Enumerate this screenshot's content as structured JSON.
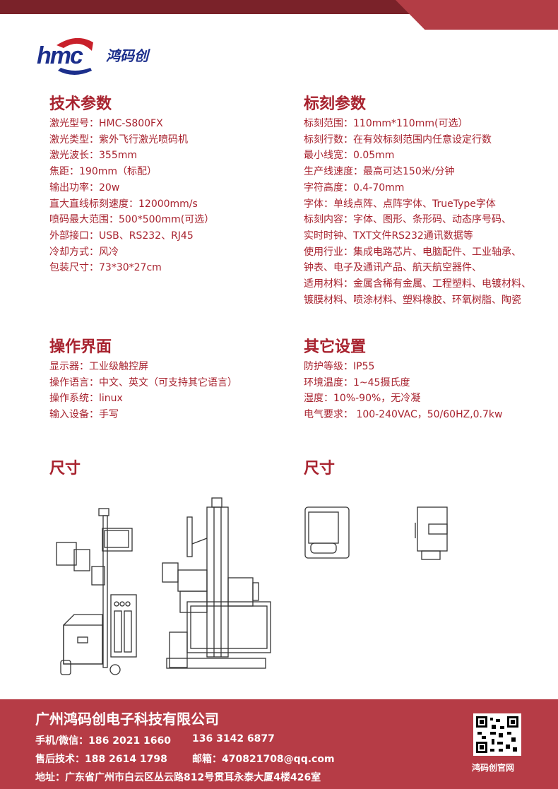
{
  "brand": {
    "logo_text": "hmc",
    "logo_cn": "鸿码创"
  },
  "tech": {
    "title": "技术参数",
    "lines": [
      "激光型号：HMC-S800FX",
      "激光类型：紫外飞行激光喷码机",
      "激光波长：355mm",
      "焦距：190mm（标配）",
      "输出功率：20w",
      "直大直线标刻速度：12000mm/s",
      "喷码最大范围：500*500mm(可选）",
      "外部接口：USB、RS232、RJ45",
      "冷却方式：风冷",
      "包装尺寸：73*30*27cm"
    ]
  },
  "mark": {
    "title": "标刻参数",
    "lines": [
      "标刻范围：110mm*110mm(可选）",
      "标刻行数：在有效标刻范围内任意设定行数",
      "最小线宽：0.05mm",
      "生产线速度：最高可达150米/分钟",
      "字符高度：0.4-70mm",
      "字体：单线点阵、点阵字体、TrueType字体",
      "标刻内容：字体、图形、条形码、动态序号码、",
      "实时时钟、TXT文件RS232通讯数据等",
      "使用行业：集成电路芯片、电脑配件、工业轴承、",
      "钟表、电子及通讯产品、航天航空器件、",
      "适用材料：金属含稀有金属、工程塑料、电镀材料、",
      "镀膜材料、喷涂材料、塑料橡胶、环氧树脂、陶瓷"
    ]
  },
  "ui": {
    "title": "操作界面",
    "lines": [
      "显示器：工业级触控屏",
      "操作语言：中文、英文（可支持其它语言）",
      "操作系统：linux",
      "输入设备：手写"
    ]
  },
  "other": {
    "title": "其它设置",
    "lines": [
      "防护等级：IP55",
      "环境温度：1~45摄氏度",
      "湿度：10%-90%，无冷凝",
      "电气要求： 100-240VAC，50/60HZ,0.7kw"
    ]
  },
  "dims": {
    "left_title": "尺寸",
    "right_title": "尺寸"
  },
  "footer": {
    "company": "广州鸿码创电子科技有限公司",
    "phone_label": "手机/微信：",
    "phone1": "186 2021 1660",
    "phone2": "136 3142 6877",
    "support_label": "售后技术：",
    "support": "188 2614 1798",
    "email_label": "邮箱：",
    "email": "470821708@qq.com",
    "address": "地址：广东省广州市白云区丛云路812号贯耳永泰大厦4楼426室",
    "qr_label": "鸿码创官网"
  },
  "colors": {
    "text": "#a8232f",
    "band": "#7a2229",
    "accent": "#b63c46",
    "logo_blue": "#1c2f8c"
  }
}
